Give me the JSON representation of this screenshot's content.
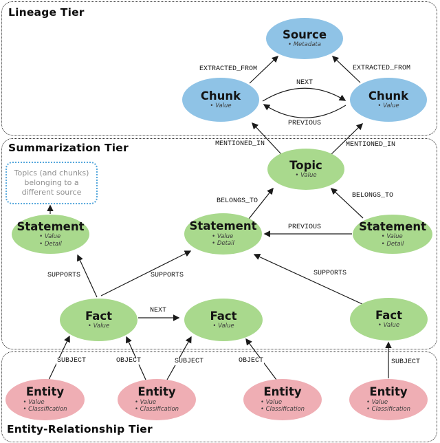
{
  "tiers": [
    {
      "id": "lineage",
      "label": "Lineage Tier"
    },
    {
      "id": "summarization",
      "label": "Summarization Tier"
    },
    {
      "id": "entity-relationship",
      "label": "Entity-Relationship Tier"
    }
  ],
  "note": {
    "lines": [
      "Topics (and chunks)",
      "belonging to a",
      "different source"
    ]
  },
  "nodes": [
    {
      "id": "source",
      "title": "Source",
      "bullets": [
        "Metadata"
      ],
      "color": "blue"
    },
    {
      "id": "chunk-left",
      "title": "Chunk",
      "bullets": [
        "Value"
      ],
      "color": "blue"
    },
    {
      "id": "chunk-right",
      "title": "Chunk",
      "bullets": [
        "Value"
      ],
      "color": "blue"
    },
    {
      "id": "topic",
      "title": "Topic",
      "bullets": [
        "Value"
      ],
      "color": "green"
    },
    {
      "id": "statement-left",
      "title": "Statement",
      "bullets": [
        "Value",
        "Detail"
      ],
      "color": "green"
    },
    {
      "id": "statement-middle",
      "title": "Statement",
      "bullets": [
        "Value",
        "Detail"
      ],
      "color": "green"
    },
    {
      "id": "statement-right",
      "title": "Statement",
      "bullets": [
        "Value",
        "Detail"
      ],
      "color": "green"
    },
    {
      "id": "fact-left",
      "title": "Fact",
      "bullets": [
        "Value"
      ],
      "color": "green"
    },
    {
      "id": "fact-middle",
      "title": "Fact",
      "bullets": [
        "Value"
      ],
      "color": "green"
    },
    {
      "id": "fact-right",
      "title": "Fact",
      "bullets": [
        "Value"
      ],
      "color": "green"
    },
    {
      "id": "entity-1",
      "title": "Entity",
      "bullets": [
        "Value",
        "Classification"
      ],
      "color": "pink"
    },
    {
      "id": "entity-2",
      "title": "Entity",
      "bullets": [
        "Value",
        "Classification"
      ],
      "color": "pink"
    },
    {
      "id": "entity-3",
      "title": "Entity",
      "bullets": [
        "Value",
        "Classification"
      ],
      "color": "pink"
    },
    {
      "id": "entity-4",
      "title": "Entity",
      "bullets": [
        "Value",
        "Classification"
      ],
      "color": "pink"
    }
  ],
  "edges": [
    {
      "from": "chunk-left",
      "to": "source",
      "label": "EXTRACTED_FROM"
    },
    {
      "from": "chunk-right",
      "to": "source",
      "label": "EXTRACTED_FROM"
    },
    {
      "from": "chunk-left",
      "to": "chunk-right",
      "label": "NEXT"
    },
    {
      "from": "chunk-right",
      "to": "chunk-left",
      "label": "PREVIOUS"
    },
    {
      "from": "topic",
      "to": "chunk-left",
      "label": "MENTIONED_IN"
    },
    {
      "from": "topic",
      "to": "chunk-right",
      "label": "MENTIONED_IN"
    },
    {
      "from": "statement-middle",
      "to": "topic",
      "label": "BELONGS_TO"
    },
    {
      "from": "statement-right",
      "to": "topic",
      "label": "BELONGS_TO"
    },
    {
      "from": "statement-right",
      "to": "statement-middle",
      "label": "PREVIOUS"
    },
    {
      "from": "statement-left",
      "to": "note",
      "label": ""
    },
    {
      "from": "fact-left",
      "to": "statement-left",
      "label": "SUPPORTS"
    },
    {
      "from": "fact-left",
      "to": "statement-middle",
      "label": "SUPPORTS"
    },
    {
      "from": "fact-right",
      "to": "statement-middle",
      "label": "SUPPORTS"
    },
    {
      "from": "fact-left",
      "to": "fact-middle",
      "label": "NEXT"
    },
    {
      "from": "entity-1",
      "to": "fact-left",
      "label": "SUBJECT"
    },
    {
      "from": "entity-2",
      "to": "fact-left",
      "label": "OBJECT"
    },
    {
      "from": "entity-2",
      "to": "fact-middle",
      "label": "SUBJECT"
    },
    {
      "from": "entity-3",
      "to": "fact-middle",
      "label": "OBJECT"
    },
    {
      "from": "entity-4",
      "to": "fact-right",
      "label": "SUBJECT"
    }
  ],
  "colors": {
    "lineage_blue": "#8fc3e6",
    "summary_green": "#a9d98d",
    "entity_pink": "#efaeb4",
    "note_border_blue": "#55a7dc",
    "edge_line": "#1a1a1a"
  }
}
